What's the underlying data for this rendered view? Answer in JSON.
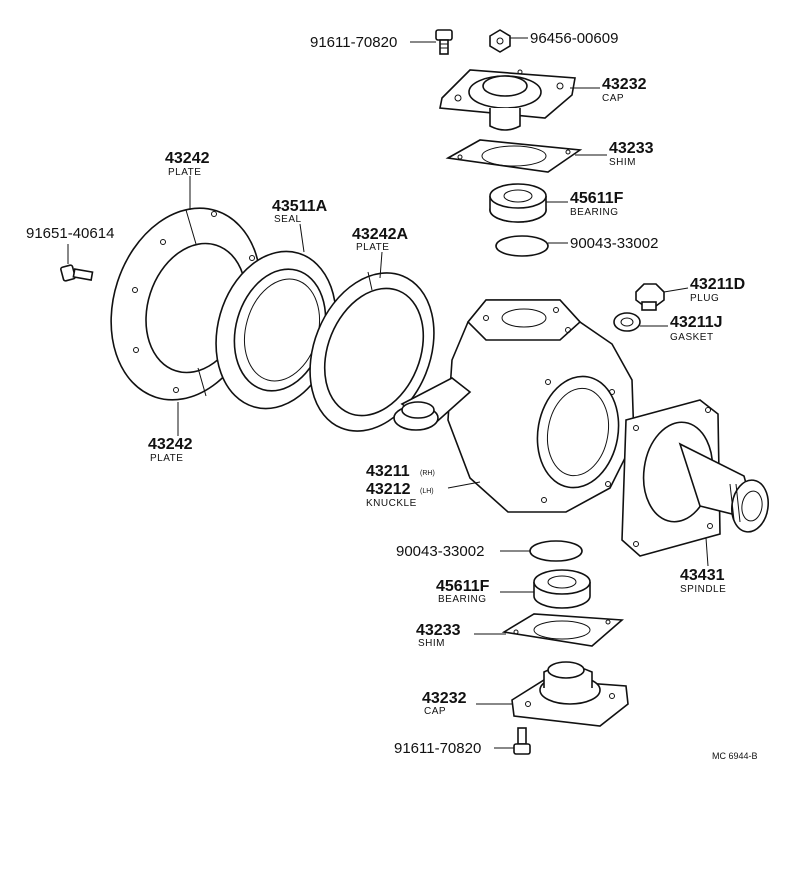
{
  "parts": {
    "bolt_top": "91611-70820",
    "fitting_top": "96456-00609",
    "cap_top": {
      "num": "43232",
      "name": "CAP"
    },
    "shim_top": {
      "num": "43233",
      "name": "SHIM"
    },
    "bearing_top": {
      "num": "45611F",
      "name": "BEARING"
    },
    "oring_top": "90043-33002",
    "plug": {
      "num": "43211D",
      "name": "PLUG"
    },
    "gasket": {
      "num": "43211J",
      "name": "GASKET"
    },
    "plate_top": {
      "num": "43242",
      "name": "PLATE"
    },
    "seal": {
      "num": "43511A",
      "name": "SEAL"
    },
    "plate_a": {
      "num": "43242A",
      "name": "PLATE"
    },
    "bolt_left": "91651-40614",
    "plate_bottom": {
      "num": "43242",
      "name": "PLATE"
    },
    "knuckle": {
      "rh_num": "43211",
      "rh": "(RH)",
      "lh_num": "43212",
      "lh": "(LH)",
      "name": "KNUCKLE"
    },
    "oring_bottom": "90043-33002",
    "bearing_bottom": {
      "num": "45611F",
      "name": "BEARING"
    },
    "spindle": {
      "num": "43431",
      "name": "SPINDLE"
    },
    "shim_bottom": {
      "num": "43233",
      "name": "SHIM"
    },
    "cap_bottom": {
      "num": "43232",
      "name": "CAP"
    },
    "bolt_bottom": "91611-70820"
  },
  "diagram_code": "MC 6944-B"
}
